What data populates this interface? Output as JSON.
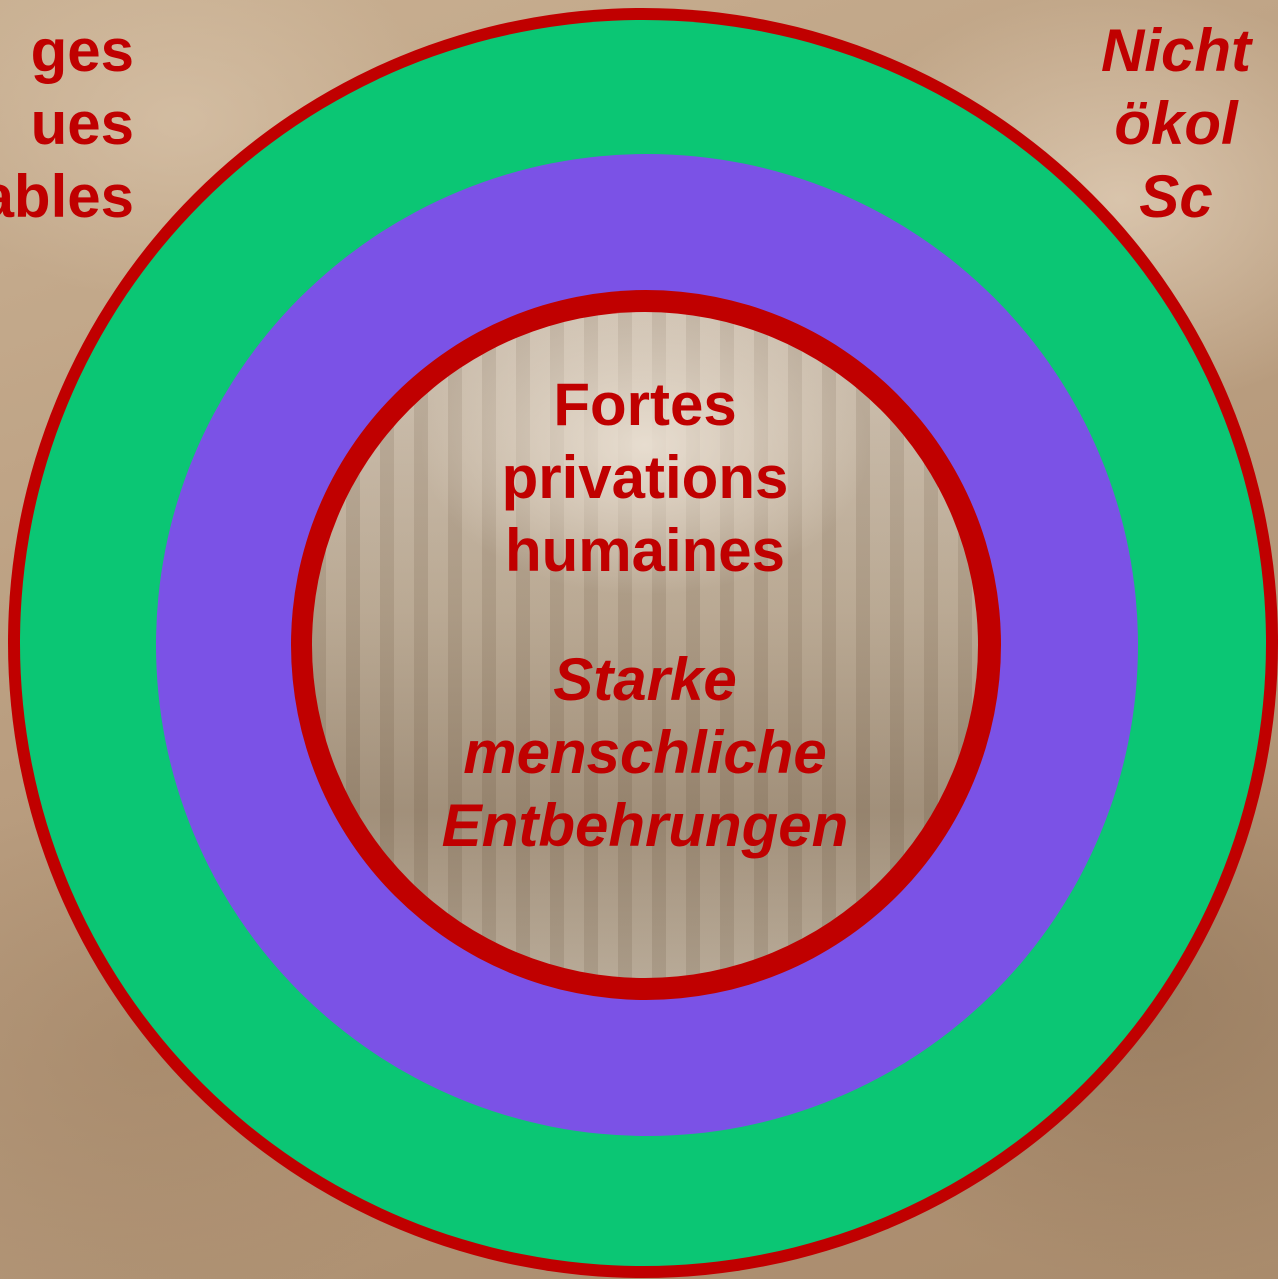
{
  "diagram": {
    "corner_left_lines": [
      "ges",
      "ues",
      "ables"
    ],
    "corner_right_lines": [
      "Nicht",
      "ökol",
      "Sc"
    ],
    "center_fr_lines": [
      "Fortes",
      "privations",
      "humaines"
    ],
    "center_de_lines": [
      "Starke",
      "menschliche",
      "Entbehrungen"
    ]
  },
  "colors": {
    "red": "#c00000",
    "green": "#0bc674",
    "purple": "#7b52e6"
  }
}
